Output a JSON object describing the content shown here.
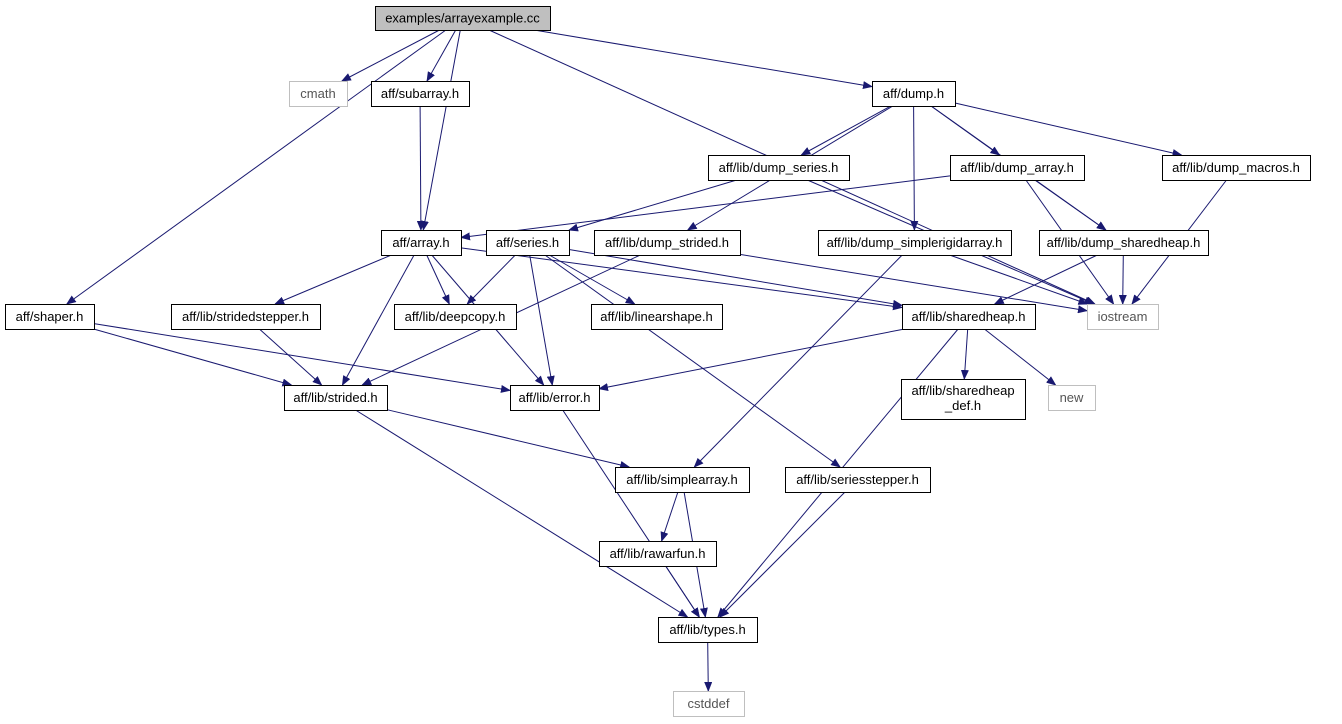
{
  "colors": {
    "edge": "#191970",
    "root_fill": "#bfbfbf",
    "external_border": "#bfbfbf",
    "node_border": "#000000"
  },
  "nodes": [
    {
      "id": "root",
      "label": "examples/arrayexample.cc",
      "kind": "root"
    },
    {
      "id": "cmath",
      "label": "cmath",
      "kind": "external"
    },
    {
      "id": "subarray",
      "label": "aff/subarray.h",
      "kind": "header"
    },
    {
      "id": "dump",
      "label": "aff/dump.h",
      "kind": "header"
    },
    {
      "id": "dump_series",
      "label": "aff/lib/dump_series.h",
      "kind": "header"
    },
    {
      "id": "dump_array",
      "label": "aff/lib/dump_array.h",
      "kind": "header"
    },
    {
      "id": "dump_macros",
      "label": "aff/lib/dump_macros.h",
      "kind": "header"
    },
    {
      "id": "array",
      "label": "aff/array.h",
      "kind": "header"
    },
    {
      "id": "series",
      "label": "aff/series.h",
      "kind": "header"
    },
    {
      "id": "dump_strided",
      "label": "aff/lib/dump_strided.h",
      "kind": "header"
    },
    {
      "id": "dump_simplerigidarray",
      "label": "aff/lib/dump_simplerigidarray.h",
      "kind": "header"
    },
    {
      "id": "dump_sharedheap",
      "label": "aff/lib/dump_sharedheap.h",
      "kind": "header"
    },
    {
      "id": "shaper",
      "label": "aff/shaper.h",
      "kind": "header"
    },
    {
      "id": "stridedstepper",
      "label": "aff/lib/stridedstepper.h",
      "kind": "header"
    },
    {
      "id": "deepcopy",
      "label": "aff/lib/deepcopy.h",
      "kind": "header"
    },
    {
      "id": "linearshape",
      "label": "aff/lib/linearshape.h",
      "kind": "header"
    },
    {
      "id": "sharedheap",
      "label": "aff/lib/sharedheap.h",
      "kind": "header"
    },
    {
      "id": "iostream",
      "label": "iostream",
      "kind": "external"
    },
    {
      "id": "strided",
      "label": "aff/lib/strided.h",
      "kind": "header"
    },
    {
      "id": "error",
      "label": "aff/lib/error.h",
      "kind": "header"
    },
    {
      "id": "sharedheap_def",
      "label": "aff/lib/sharedheap",
      "label2": "_def.h",
      "kind": "header"
    },
    {
      "id": "new",
      "label": "new",
      "kind": "external"
    },
    {
      "id": "simplearray",
      "label": "aff/lib/simplearray.h",
      "kind": "header"
    },
    {
      "id": "seriesstepper",
      "label": "aff/lib/seriesstepper.h",
      "kind": "header"
    },
    {
      "id": "rawarfun",
      "label": "aff/lib/rawarfun.h",
      "kind": "header"
    },
    {
      "id": "types",
      "label": "aff/lib/types.h",
      "kind": "header"
    },
    {
      "id": "cstddef",
      "label": "cstddef",
      "kind": "external"
    }
  ],
  "edges": [
    [
      "root",
      "cmath"
    ],
    [
      "root",
      "subarray"
    ],
    [
      "root",
      "array"
    ],
    [
      "root",
      "shaper"
    ],
    [
      "root",
      "dump"
    ],
    [
      "root",
      "iostream"
    ],
    [
      "subarray",
      "array"
    ],
    [
      "dump",
      "dump_series"
    ],
    [
      "dump",
      "dump_strided"
    ],
    [
      "dump",
      "dump_simplerigidarray"
    ],
    [
      "dump",
      "dump_array"
    ],
    [
      "dump",
      "dump_sharedheap"
    ],
    [
      "dump",
      "dump_macros"
    ],
    [
      "dump_series",
      "series"
    ],
    [
      "dump_series",
      "iostream"
    ],
    [
      "dump_array",
      "array"
    ],
    [
      "dump_array",
      "dump_sharedheap"
    ],
    [
      "dump_array",
      "iostream"
    ],
    [
      "dump_macros",
      "iostream"
    ],
    [
      "array",
      "strided"
    ],
    [
      "array",
      "stridedstepper"
    ],
    [
      "array",
      "deepcopy"
    ],
    [
      "array",
      "error"
    ],
    [
      "array",
      "sharedheap"
    ],
    [
      "series",
      "deepcopy"
    ],
    [
      "series",
      "linearshape"
    ],
    [
      "series",
      "error"
    ],
    [
      "series",
      "sharedheap"
    ],
    [
      "series",
      "seriesstepper"
    ],
    [
      "dump_strided",
      "strided"
    ],
    [
      "dump_strided",
      "iostream"
    ],
    [
      "dump_simplerigidarray",
      "simplearray"
    ],
    [
      "dump_simplerigidarray",
      "iostream"
    ],
    [
      "dump_sharedheap",
      "sharedheap"
    ],
    [
      "dump_sharedheap",
      "iostream"
    ],
    [
      "shaper",
      "strided"
    ],
    [
      "shaper",
      "error"
    ],
    [
      "stridedstepper",
      "strided"
    ],
    [
      "sharedheap",
      "error"
    ],
    [
      "sharedheap",
      "sharedheap_def"
    ],
    [
      "sharedheap",
      "new"
    ],
    [
      "sharedheap",
      "types"
    ],
    [
      "strided",
      "simplearray"
    ],
    [
      "strided",
      "types"
    ],
    [
      "error",
      "types"
    ],
    [
      "simplearray",
      "rawarfun"
    ],
    [
      "simplearray",
      "types"
    ],
    [
      "seriesstepper",
      "types"
    ],
    [
      "rawarfun",
      "types"
    ],
    [
      "types",
      "cstddef"
    ]
  ]
}
